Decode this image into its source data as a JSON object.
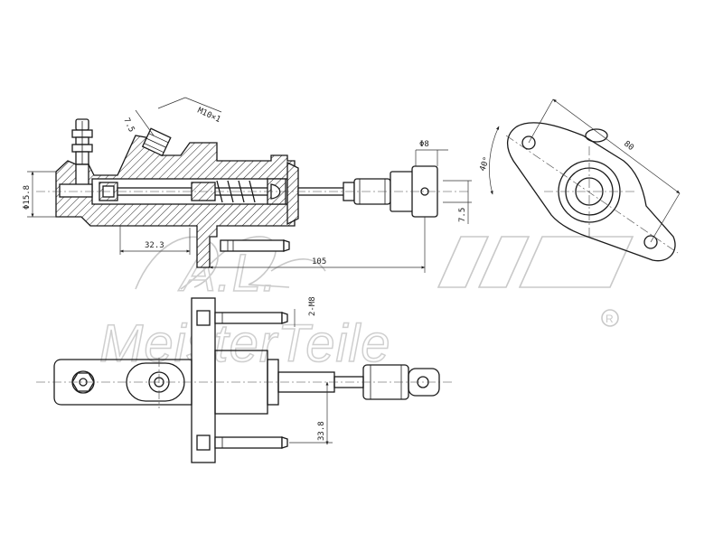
{
  "watermark": {
    "brand": "MeisterTeile",
    "registered_mark": "R",
    "logo_initials": "A.L."
  },
  "dimensions": {
    "thread": "M10×1",
    "angle_small": "7.5",
    "bore_diameter": "Φ15.8",
    "length_to_port": "32.3",
    "overall_length": "105",
    "pin_diameter": "Φ8",
    "clevis_offset": "7.5",
    "flange_angle": "40°",
    "flange_span": "80",
    "mount_threads": "2-M8",
    "mount_spacing": "33.8"
  }
}
